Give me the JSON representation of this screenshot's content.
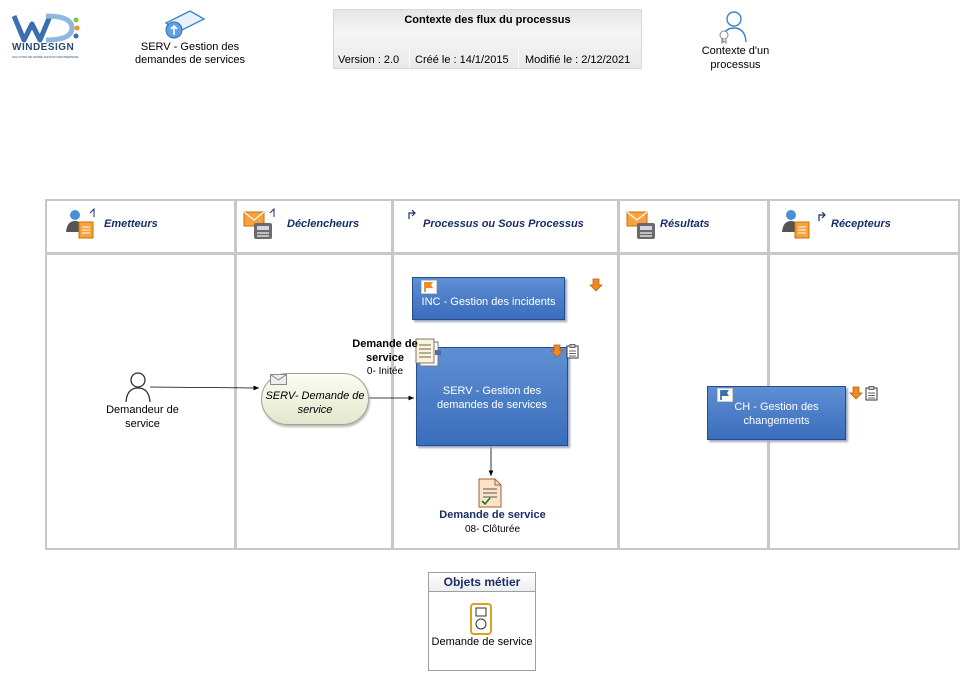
{
  "header": {
    "logo_text": "WINDESIGN",
    "logo_tagline": "SOLUTION DE MODÉLISATION D'ENTREPRISE",
    "process_label": "SERV - Gestion des demandes de services",
    "context_title": "Contexte des flux du processus",
    "version": "Version : 2.0",
    "created": "Créé le : 14/1/2015",
    "modified": "Modifié le : 2/12/2021",
    "context_type": "Contexte d'un processus"
  },
  "lanes": [
    {
      "title": "Emetteurs",
      "icon": "person-card-icon"
    },
    {
      "title": "Déclencheurs",
      "icon": "mail-phone-icon"
    },
    {
      "title": "Processus ou Sous Processus",
      "icon": "link-arrow-icon"
    },
    {
      "title": "Résultats",
      "icon": "mail-phone-icon"
    },
    {
      "title": "Récepteurs",
      "icon": "person-card-icon"
    }
  ],
  "diagram": {
    "actor": "Demandeur de service",
    "event": "SERV- Demande de service",
    "inc_process": "INC - Gestion des incidents",
    "main_process": "SERV - Gestion des demandes de services",
    "ch_process": "CH - Gestion des changements",
    "input_object": {
      "name": "Demande de service",
      "state": "0- Initée"
    },
    "output_object": {
      "name": "Demande de service",
      "state": "08- Clôturée"
    }
  },
  "legend": {
    "title": "Objets métier",
    "item": "Demande de service"
  },
  "colors": {
    "process_blue": "#4a7cc7",
    "lane_title": "#1a2d6b",
    "grid": "#c8c8c8",
    "accent_orange": "#f08a24"
  }
}
